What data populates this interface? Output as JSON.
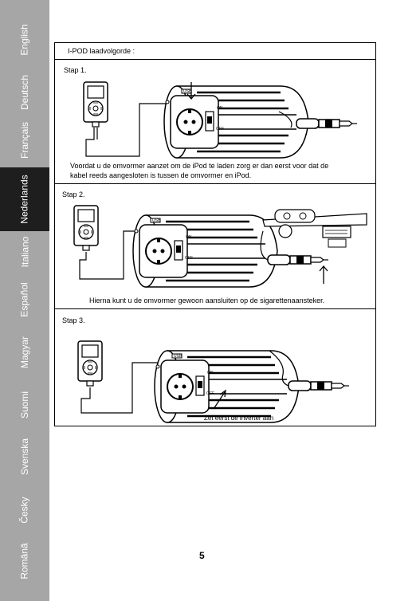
{
  "sidebar": {
    "languages": [
      "English",
      "Deutsch",
      "Français",
      "Nederlands",
      "Italiano",
      "Español",
      "Magyar",
      "Suomi",
      "Svenska",
      "Česky",
      "Română"
    ],
    "active": "Nederlands"
  },
  "content": {
    "title": "I-POD laadvolgorde :",
    "step1": {
      "label": "Stap 1.",
      "text_line1": "Voordat u de omvormer aanzet om de iPod te laden zorg er dan eerst voor dat de",
      "text_line2": "kabel reeds aangesloten is tussen de omvormer en iPod."
    },
    "step2": {
      "label": "Stap 2.",
      "text": "Hierna kunt u de omvormer gewoon aansluiten op de sigarettenaansteker."
    },
    "step3": {
      "label": "Stap 3.",
      "text": "Zet eerst de inverter aan"
    },
    "switch_on": "ON",
    "switch_off": "OFF",
    "usb_label": "USB"
  },
  "page_number": "5"
}
